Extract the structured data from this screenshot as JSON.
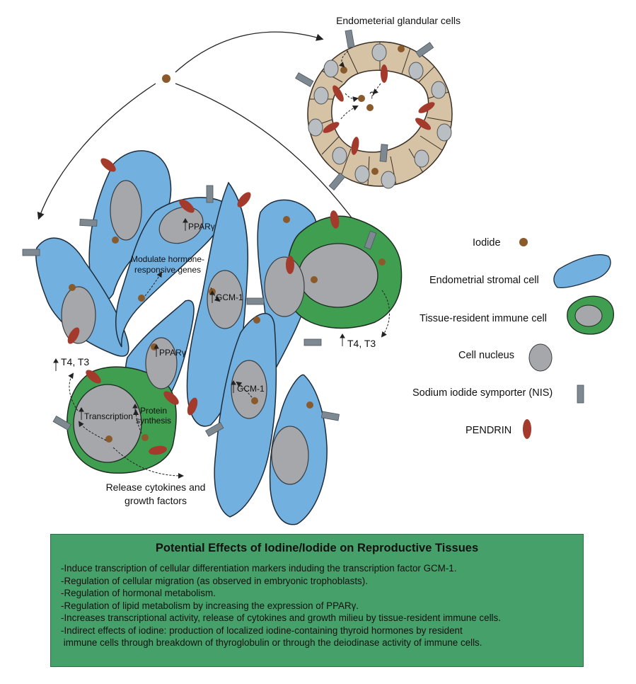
{
  "diagram": {
    "glandular_title": "Endometerial glandular cells",
    "question_mark": "?",
    "labels": {
      "ppar_top": "PPARγ",
      "modulate_line1": "Modulate hormone-",
      "modulate_line2": "responsive genes",
      "gcm_upper": "GCM-1",
      "ppar_mid": "PPARγ",
      "gcm_lower": "GCM-1",
      "transcription": "Transcription",
      "protein_line1": "Protein",
      "protein_line2": "synthesis",
      "release_line1": "Release cytokines and",
      "release_line2": "growth factors",
      "t4t3_left": "T4, T3",
      "t4t3_right": "T4, T3"
    }
  },
  "legend": {
    "iodide": "Iodide",
    "stromal": "Endometrial stromal cell",
    "immune": "Tissue-resident immune cell",
    "nucleus": "Cell nucleus",
    "nis": "Sodium iodide symporter (NIS)",
    "pendrin": "PENDRIN"
  },
  "colors": {
    "stromal": "#72b0e0",
    "immune": "#3f9e4f",
    "nucleus": "#a5a7aa",
    "iodide": "#8a5a2b",
    "nis": "#7d8891",
    "pendrin": "#a33a2c",
    "gland": "#d6c3a6",
    "box": "#46a06a"
  },
  "effects": {
    "title": "Potential Effects of Iodine/Iodide on Reproductive Tissues",
    "items": [
      "-Induce transcription of cellular differentiation markers induding the transcription factor GCM-1.",
      "-Regulation of cellular migration (as observed in embryonic trophoblasts).",
      "-Regulation of hormonal metabolism.",
      "-Regulation of lipid metabolism by increasing the expression of PPARγ.",
      "-Increases transcriptional activity, release of cytokines and growth milieu by tissue-resident immune cells.",
      "-Indirect effects of iodine: production of localized iodine-containing thyroid hormones by resident",
      " immune cells through breakdown of thyroglobulin or through the deiodinase activity of immune cells."
    ]
  }
}
